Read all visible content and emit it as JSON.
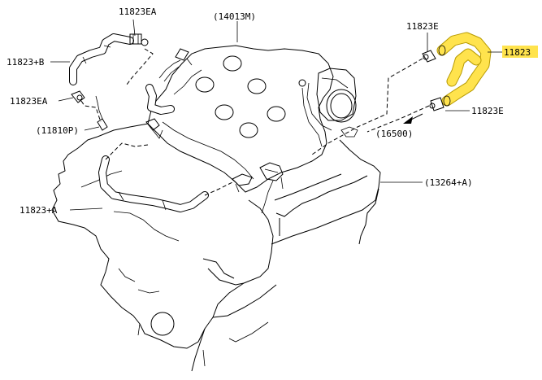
{
  "labels": {
    "clamp_ea_top": "11823EA",
    "cover": "(14013M)",
    "clamp_e_top": "11823E",
    "hose_main": "11823",
    "hose_b": "11823+B",
    "clamp_ea_left": "11823EA",
    "clamp_e_right": "11823E",
    "pcv_valve": "(11810P)",
    "intake": "(16500)",
    "block": "(13264+A)",
    "hose_a": "11823+A"
  },
  "colors": {
    "highlight": "#ffe34d",
    "highlight_label_bg": "#ffe34d",
    "line": "#000000",
    "background": "#ffffff"
  }
}
